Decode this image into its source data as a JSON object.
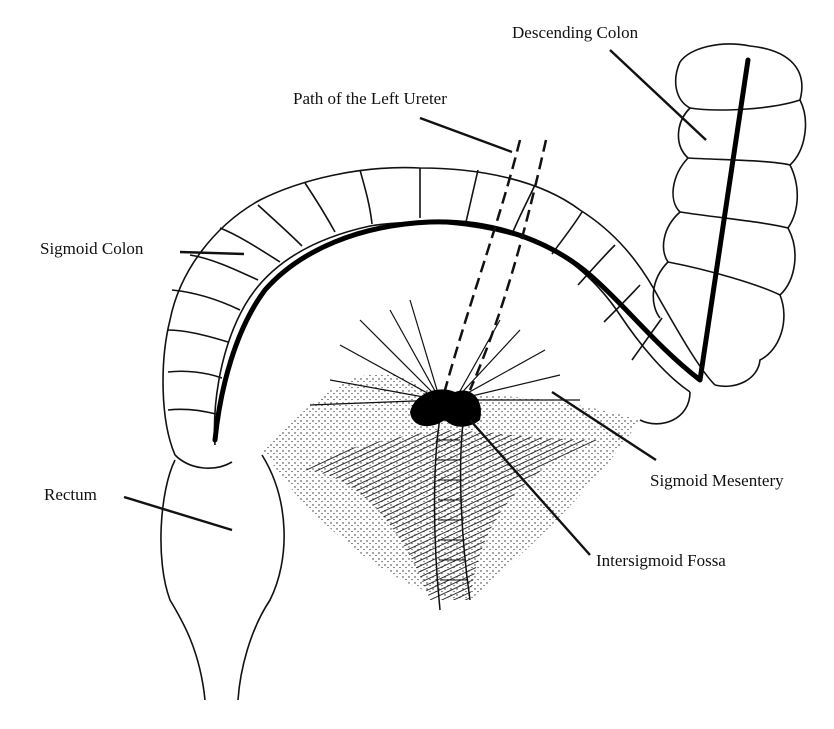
{
  "labels": {
    "descending_colon": "Descending Colon",
    "left_ureter": "Path of the Left Ureter",
    "sigmoid_colon": "Sigmoid Colon",
    "rectum": "Rectum",
    "sigmoid_mesentery": "Sigmoid Mesentery",
    "intersigmoid_fossa": "Intersigmoid Fossa"
  },
  "colors": {
    "ink": "#111111",
    "background": "#ffffff"
  }
}
